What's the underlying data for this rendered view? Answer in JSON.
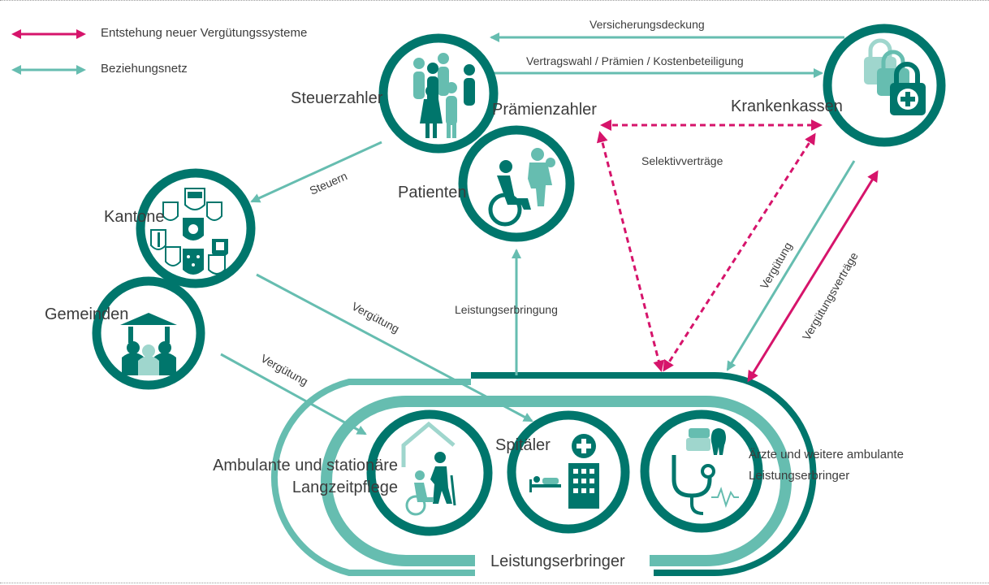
{
  "legend": {
    "new_systems": "Entstehung neuer Vergütungssysteme",
    "network": "Beziehungsnetz"
  },
  "colors": {
    "teal_dark": "#00766c",
    "teal_light": "#66bdb0",
    "magenta": "#d6146b",
    "text": "#3c3c3c"
  },
  "nodes": {
    "steuerzahler": "Steuerzahler",
    "praemienzahler": "Prämienzahler",
    "patienten": "Patienten",
    "krankenkassen": "Krankenkassen",
    "kantone": "Kantone",
    "gemeinden": "Gemeinden",
    "langzeitpflege_line1": "Ambulante und stationäre",
    "langzeitpflege_line2": "Langzeitpflege",
    "spitaeler": "Spitäler",
    "aerzte_line1": "Ärzte und weitere ambulante",
    "aerzte_line2": "Leistungserbringer",
    "leistungserbringer": "Leistungserbringer"
  },
  "edges": {
    "versicherungsdeckung": "Versicherungsdeckung",
    "vertragswahl": "Vertragswahl / Prämien / Kostenbeteiligung",
    "selektivvertraege": "Selektivverträge",
    "steuern": "Steuern",
    "verguetung_kantone": "Vergütung",
    "verguetung_gemeinden": "Vergütung",
    "leistungserbringung": "Leistungserbringung",
    "verguetung_kassen": "Vergütung",
    "verguetungsvertraege": "Vergütungsverträge"
  }
}
